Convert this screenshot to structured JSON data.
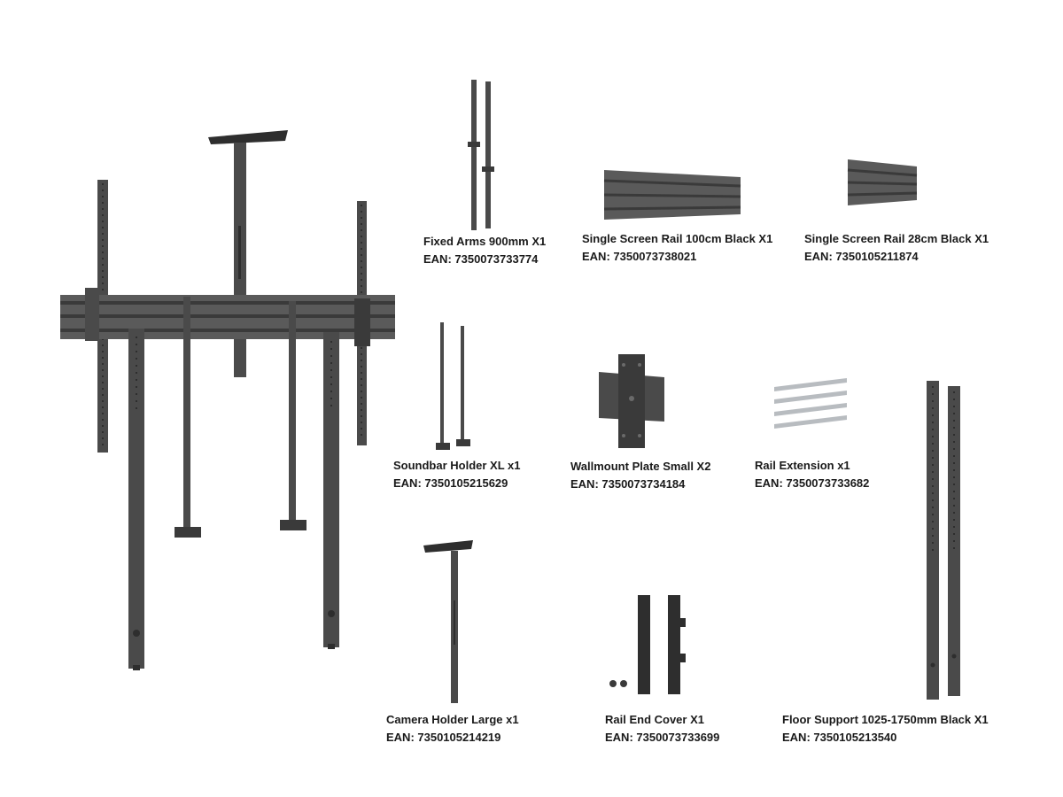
{
  "colors": {
    "metal": "#4a4a4a",
    "metal_dark": "#2e2e2e",
    "metal_light": "#6a6a6a",
    "silver": "#b8bcc0"
  },
  "components": [
    {
      "id": "fixed-arms",
      "name": "Fixed Arms 900mm X1",
      "ean": "EAN: 7350073733774"
    },
    {
      "id": "rail-100",
      "name": "Single Screen Rail 100cm Black X1",
      "ean": "EAN: 7350073738021"
    },
    {
      "id": "rail-28",
      "name": "Single Screen Rail 28cm Black X1",
      "ean": "EAN: 7350105211874"
    },
    {
      "id": "soundbar-holder",
      "name": "Soundbar Holder XL x1",
      "ean": "EAN: 7350105215629"
    },
    {
      "id": "wallmount-plate",
      "name": "Wallmount Plate Small X2",
      "ean": "EAN: 7350073734184"
    },
    {
      "id": "rail-extension",
      "name": "Rail Extension x1",
      "ean": "EAN: 7350073733682"
    },
    {
      "id": "camera-holder",
      "name": "Camera Holder Large x1",
      "ean": "EAN: 7350105214219"
    },
    {
      "id": "rail-end-cover",
      "name": "Rail End Cover X1",
      "ean": "EAN: 7350073733699"
    },
    {
      "id": "floor-support",
      "name": "Floor Support 1025-1750mm Black X1",
      "ean": "EAN: 7350105213540"
    }
  ]
}
